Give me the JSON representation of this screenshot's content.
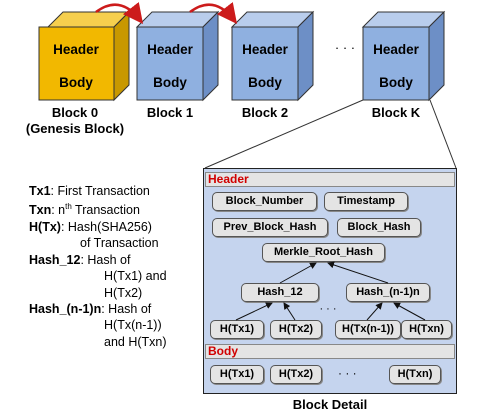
{
  "blocks": [
    {
      "header": "Header",
      "body": "Body",
      "label": "Block 0",
      "sublabel": "(Genesis Block)",
      "color": "#f2b800"
    },
    {
      "header": "Header",
      "body": "Body",
      "label": "Block 1",
      "color": "#8fb0e0"
    },
    {
      "header": "Header",
      "body": "Body",
      "label": "Block 2",
      "color": "#8fb0e0"
    },
    {
      "header": "Header",
      "body": "Body",
      "label": "Block K",
      "color": "#8fb0e0"
    }
  ],
  "ellipsis": "· · ·",
  "legend": {
    "tx1_term": "Tx1",
    "tx1_def": ": First Transaction",
    "txn_term": "Txn",
    "txn_def_pre": ": n",
    "txn_def_sup": "th",
    "txn_def_post": " Transaction",
    "htx_term": "H(Tx)",
    "htx_def": ": Hash(SHA256)",
    "htx_def2": "of Transaction",
    "hash12_term": "Hash_12",
    "hash12_def": ": Hash of",
    "hash12_def2": "H(Tx1) and",
    "hash12_def3": "H(Tx2)",
    "hashn_term": "Hash_(n-1)n",
    "hashn_def": ": Hash of",
    "hashn_def2": "H(Tx(n-1))",
    "hashn_def3": "and H(Txn)"
  },
  "detail": {
    "header_label": "Header",
    "body_label": "Body",
    "caption": "Block Detail",
    "block_number": "Block_Number",
    "timestamp": "Timestamp",
    "prev_hash": "Prev_Block_Hash",
    "block_hash": "Block_Hash",
    "merkle_root": "Merkle_Root_Hash",
    "hash_12": "Hash_12",
    "hash_n": "Hash_(n-1)n",
    "leaves": [
      "H(Tx1)",
      "H(Tx2)",
      "H(Tx(n-1))",
      "H(Txn)"
    ],
    "body_items": [
      "H(Tx1)",
      "H(Tx2)",
      "H(Txn)"
    ],
    "dots": "· · ·"
  },
  "colors": {
    "genesis": "#f2b800",
    "block": "#8fb0e0",
    "arrow": "#cc1b1b",
    "panel": "#c5d4ee",
    "accent": "#d10000"
  }
}
